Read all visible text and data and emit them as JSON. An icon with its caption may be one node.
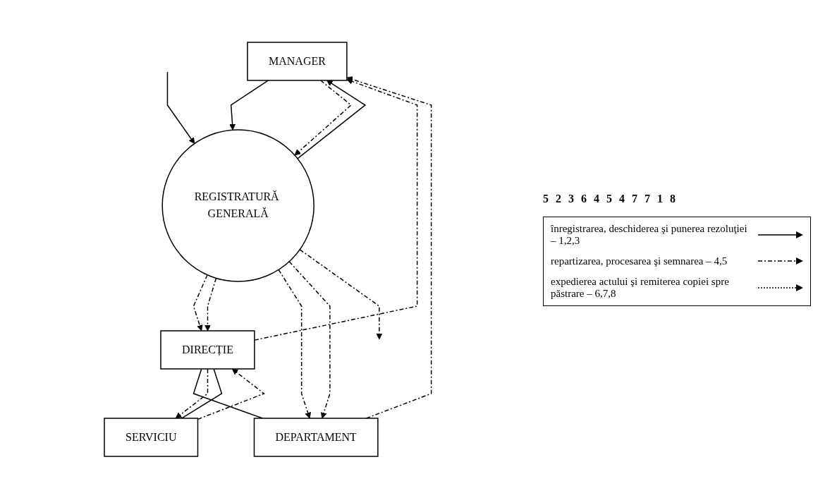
{
  "diagram": {
    "nodes": [
      {
        "text": [
          "MANAGER"
        ]
      },
      {
        "text": [
          "DIRECȚIE"
        ]
      },
      {
        "text": [
          "REGISTRATURĂ GENERALĂ"
        ]
      },
      {
        "text": [
          "DEPARTAMENT"
        ]
      },
      {
        "text": [
          "SERVICIU"
        ]
      }
    ],
    "edges": [
      {
        "from": 1,
        "to": 0,
        "arrow": "to",
        "style": "dashed"
      },
      {
        "from": 3,
        "to": 0,
        "arrow": "to",
        "style": "dashed"
      },
      {
        "from": 2,
        "to": 0,
        "arrow": "to"
      },
      {
        "from": 0,
        "to": 2,
        "arrow": "to"
      },
      {
        "from": 0,
        "to": 2,
        "arrow": "to",
        "style": "dashed"
      },
      {
        "from": 1,
        "to": 3,
        "arrow": "none"
      },
      {
        "from": 2,
        "to": 1,
        "arrow": "to",
        "style": "dashed"
      },
      {
        "from": 2,
        "to": 1,
        "arrow": "to",
        "style": "dashed"
      },
      {
        "from": 2,
        "to": 3,
        "arrow": "to",
        "style": "dashed"
      },
      {
        "from": 2,
        "to": 3,
        "arrow": "to",
        "style": "dashed"
      },
      {
        "from": 4,
        "to": 1,
        "arrow": "to",
        "style": "dashed"
      },
      {
        "from": 1,
        "to": 4,
        "arrow": "to",
        "style": "dashed"
      },
      {
        "from": 1,
        "to": 4,
        "arrow": "none"
      },
      {
        "from": null,
        "to": 2,
        "arrow": "to"
      },
      {
        "from": 2,
        "to": null,
        "arrow": "to",
        "style": "dashed"
      }
    ],
    "labels": [
      "5",
      "2",
      "3",
      "6",
      "4",
      "5",
      "4",
      "7",
      "7",
      "1",
      "8"
    ],
    "legend": [
      {
        "text": "înregistrarea, deschiderea şi punerea rezoluţiei – 1,2,3"
      },
      {
        "text": "repartizarea, procesarea şi semnarea – 4,5"
      },
      {
        "text": "expedierea actului şi remiterea copiei spre păstrare – 6,7,8"
      }
    ]
  }
}
